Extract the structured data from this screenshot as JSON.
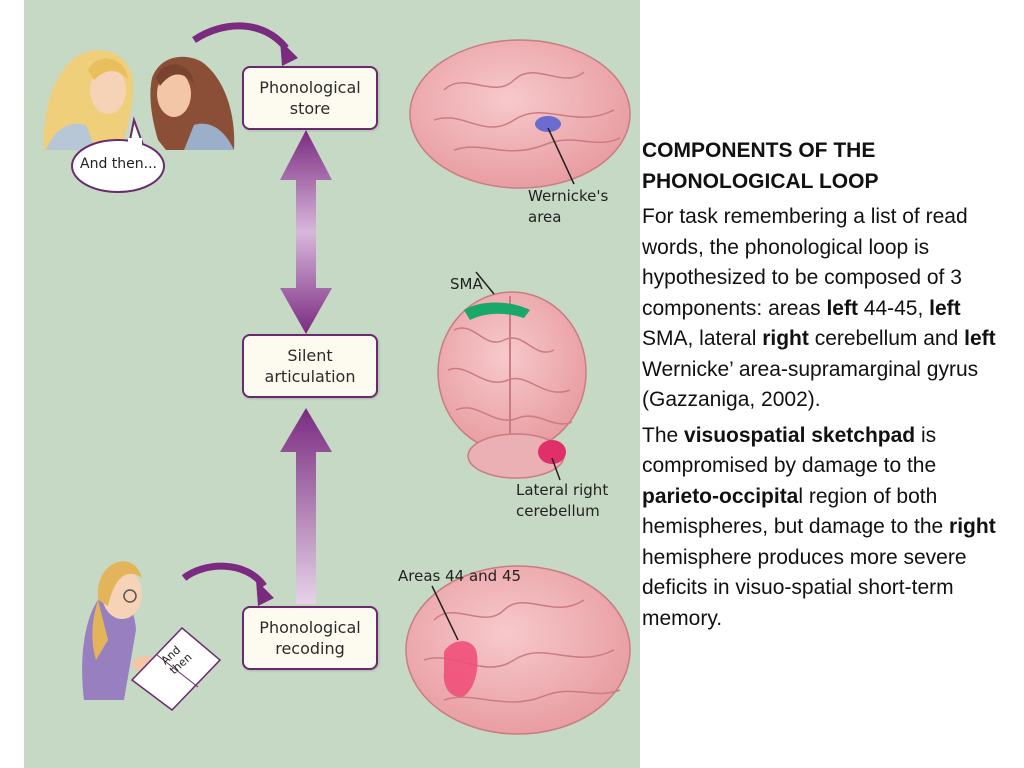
{
  "diagram": {
    "boxes": {
      "store": [
        "Phonological",
        "store"
      ],
      "silent": [
        "Silent",
        "articulation"
      ],
      "recoding": [
        "Phonological",
        "recoding"
      ]
    },
    "bubble": "And then...",
    "book": [
      "And",
      "then"
    ],
    "labels": {
      "wernicke": [
        "Wernicke's",
        "area"
      ],
      "sma": "SMA",
      "cerebellum": [
        "Lateral right",
        "cerebellum"
      ],
      "areas": "Areas 44 and 45"
    },
    "colors": {
      "background": "#c6d9c5",
      "arrow": "#7a2b80",
      "brain": "#f2b3b6",
      "wernicke": "#6b6bd0",
      "sma": "#1aa86a",
      "cerebellum": "#e0306a",
      "broca": "#ef4f7a"
    }
  },
  "text": {
    "heading": [
      "COMPONENTS OF THE",
      "PHONOLOGICAL LOOP"
    ],
    "p1": {
      "a": "For task remembering a list of read words, the phonological loop is hypothesized to be composed of 3 components: areas ",
      "b": "left",
      "c": " 44-45, ",
      "d": "left",
      "e": " SMA, lateral ",
      "f": "right",
      "g": " cerebellum and ",
      "h": "left",
      "i": " Wernicke’ area-supramarginal gyrus (Gazzaniga, 2002)."
    },
    "p2": {
      "a": "The ",
      "b": "visuospatial sketchpad",
      "c": " is compromised by damage to the ",
      "d": "parieto-occipita",
      "e": "l region of both hemispheres, but damage to the ",
      "f": "right",
      "g": " hemisphere produces more severe deficits in visuo-spatial short-term memory."
    }
  }
}
